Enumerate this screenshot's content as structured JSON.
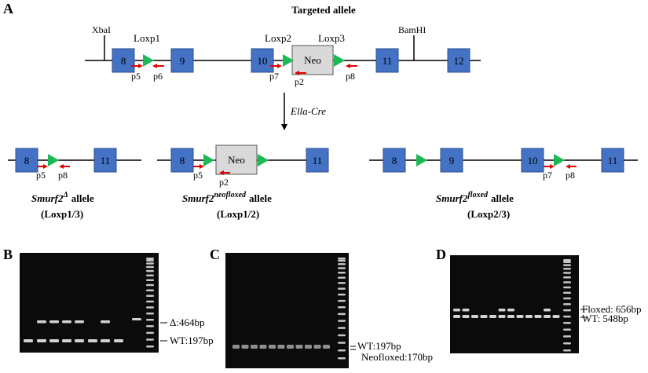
{
  "panels": {
    "A": "A",
    "B": "B",
    "C": "C",
    "D": "D"
  },
  "top": {
    "title": "Targeted allele",
    "xbal": "XbaI",
    "bamhi": "BamHI",
    "loxp1": "Loxp1",
    "loxp2": "Loxp2",
    "loxp3": "Loxp3",
    "neo": "Neo",
    "exons": [
      "8",
      "9",
      "10",
      "11",
      "12"
    ],
    "primers": {
      "p5": "p5",
      "p6": "p6",
      "p7": "p7",
      "p2": "p2",
      "p8": "p8"
    }
  },
  "cre": "Ella-Cre",
  "alleles": {
    "delta": {
      "gene": "Smurf2",
      "sup": "Δ",
      "word": "allele",
      "loxp": "(Loxp1/3)",
      "exons": [
        "8",
        "11"
      ],
      "primers": [
        "p5",
        "p8"
      ]
    },
    "neofloxed": {
      "gene": "Smurf2",
      "sup": "neofloxed",
      "word": "allele",
      "loxp": "(Loxp1/2)",
      "exons": [
        "8",
        "11"
      ],
      "neo": "Neo",
      "primers": [
        "p5",
        "p2"
      ]
    },
    "floxed": {
      "gene": "Smurf2",
      "sup": "floxed",
      "word": "allele",
      "loxp": "(Loxp2/3)",
      "exons": [
        "8",
        "9",
        "10",
        "11"
      ],
      "primers": [
        "p7",
        "p8"
      ]
    }
  },
  "gels": {
    "B": {
      "band_labels": [
        "Δ:464bp",
        "WT:197bp"
      ]
    },
    "C": {
      "band_labels": [
        "WT:197bp",
        "Neofloxed:170bp"
      ]
    },
    "D": {
      "band_labels": [
        "Floxed: 656bp",
        "WT: 548bp"
      ]
    }
  },
  "colors": {
    "exon": "#4472c4",
    "loxp": "#1db954",
    "primer": "#e00000",
    "neo": "#d9d9d9",
    "gel": "#0b0b0b"
  }
}
